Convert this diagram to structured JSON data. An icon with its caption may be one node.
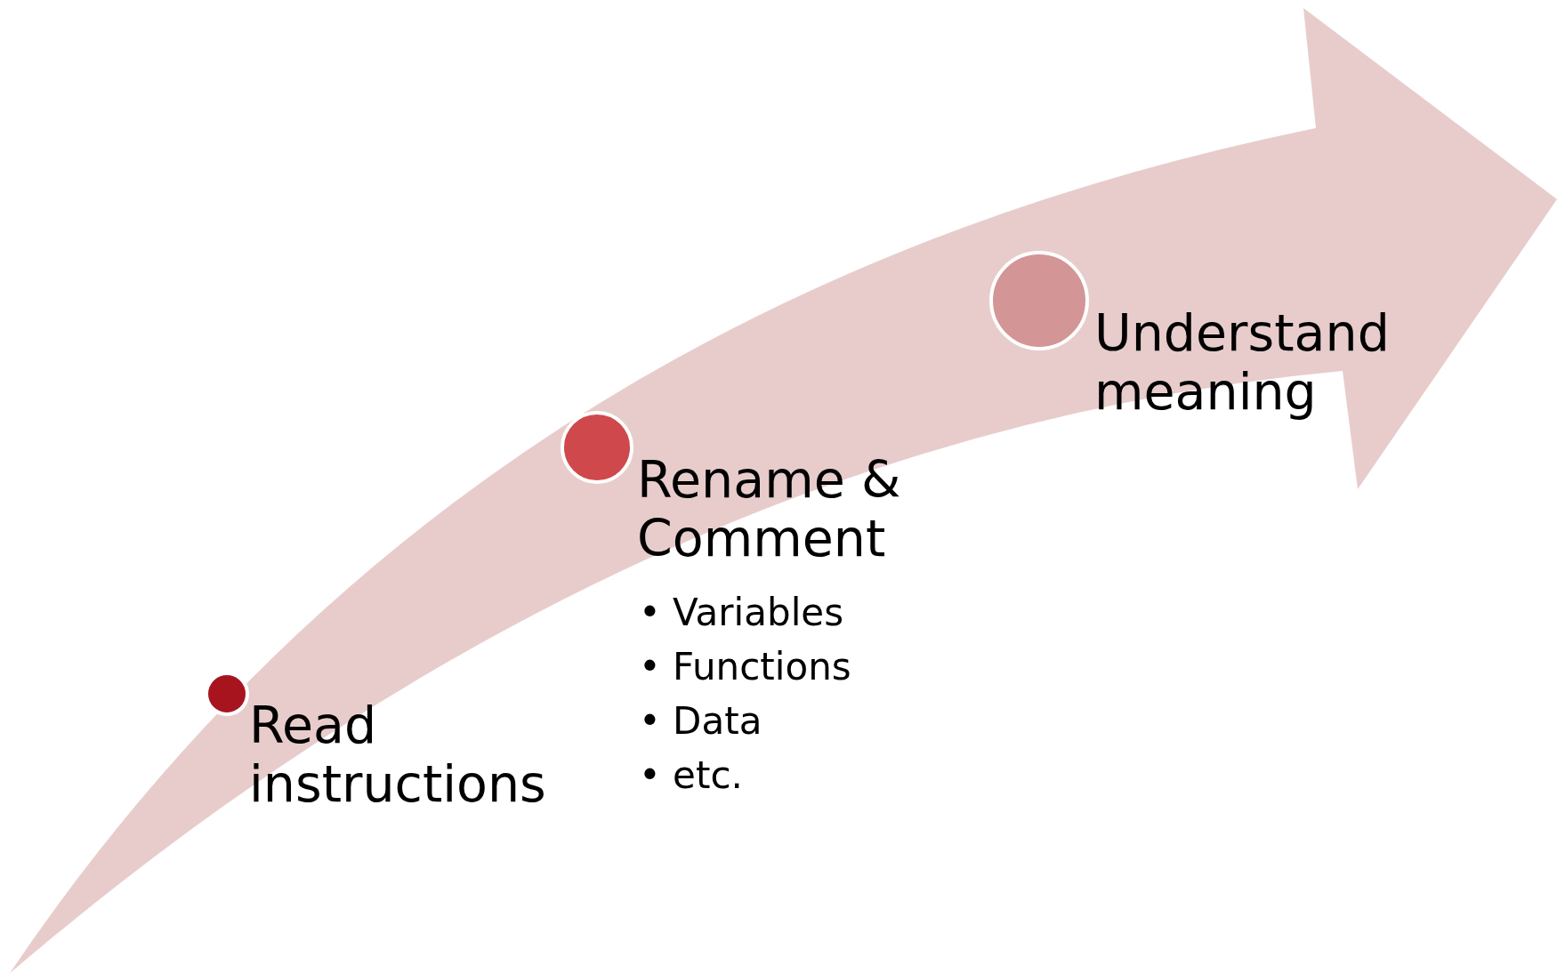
{
  "diagram": {
    "nodes": [
      {
        "text": [],
        "shape": "circle",
        "beside": [
          "Read instructions"
        ]
      },
      {
        "text": [],
        "shape": "circle",
        "beside": [
          "Rename & Comment",
          "• Variables",
          "• Functions",
          "• Data",
          "• etc."
        ]
      },
      {
        "text": [],
        "shape": "circle",
        "beside": [
          "Understand meaning"
        ]
      }
    ],
    "edges": []
  }
}
